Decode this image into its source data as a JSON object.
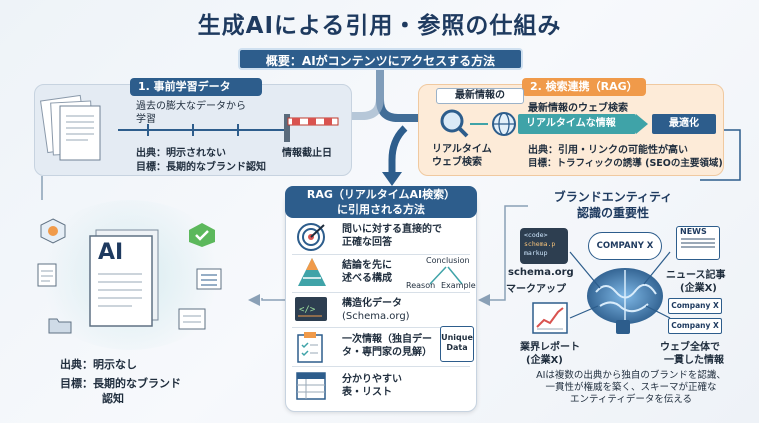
{
  "title": "生成AIによる引用・参照の仕組み",
  "overview": "概要：AIがコンテンツにアクセスする方法",
  "section1": {
    "header": "1. 事前学習データ",
    "desc_line1": "過去の膨大なデータから",
    "desc_line2": "学習",
    "source": "出典：明示されない",
    "goal": "目標：長期的なブランド認知",
    "cutoff": "情報截止日"
  },
  "section2": {
    "header": "2. 検索連携（RAG）",
    "latest_label": "最新情報の",
    "sub": "最新情報のウェブ検索",
    "realtime_search_line1": "リアルタイム",
    "realtime_search_line2": "ウェブ検索",
    "realtime_info": "リアルタイムな情報",
    "optimize": "最適化",
    "source": "出典：引用・リンクの可能性が高い",
    "goal": "目標：トラフィックの誘導 (SEOの主要領域)"
  },
  "left_bottom": {
    "ai_label": "AI",
    "source": "出典：明示なし",
    "goal_line1": "目標：長期的なブランド",
    "goal_line2": "認知"
  },
  "rag_box": {
    "header_line1": "RAG（リアルタイムAI検索）",
    "header_line2": "に引用される方法",
    "items": [
      {
        "line1": "問いに対する直接的で",
        "line2": "正確な回答"
      },
      {
        "line1": "結論を先に",
        "line2": "述べる構成"
      },
      {
        "line1": "構造化データ",
        "line2": "(Schema.org)"
      },
      {
        "line1": "一次情報（独自デー",
        "line2": "タ・専門家の見解）"
      },
      {
        "line1": "分かりやすい",
        "line2": "表・リスト"
      }
    ],
    "conclusion": "Conclusion",
    "reason": "Reason",
    "example": "Example",
    "unique_line1": "Unique",
    "unique_line2": "Data"
  },
  "brand": {
    "title_line1": "ブランドエンティティ",
    "title_line2": "認識の重要性",
    "company_cloud": "COMPANY X",
    "code_line1": "<code>",
    "code_line2": "schema.p",
    "code_line3": "markup",
    "schema_line1": "schema.org",
    "schema_line2": "マークアップ",
    "news_badge": "NEWS",
    "news_line1": "ニュース記事",
    "news_line2": "(企業X)",
    "report_line1": "業界レポート",
    "report_line2": "(企業X)",
    "company_card1": "Company X",
    "company_card2": "Company X",
    "web_line1": "ウェブ全体で",
    "web_line2": "一貫した情報",
    "summary_line1": "AIは複数の出典から独自のブランドを認識、",
    "summary_line2": "一貫性が権威を築く、スキーマが正確な",
    "summary_line3": "エンティティデータを伝える"
  },
  "colors": {
    "navy": "#2d5d8c",
    "orange": "#f09a4a",
    "teal": "#3fa3a8"
  }
}
